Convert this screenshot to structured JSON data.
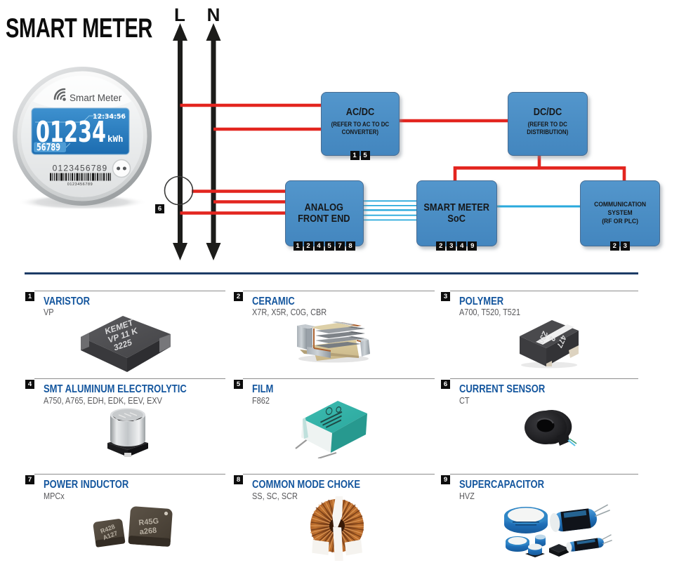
{
  "title": "SMART METER",
  "meter": {
    "brand": "Smart Meter",
    "time": "12:34:56",
    "reading": "01234",
    "unit": "kWh",
    "secondary": "56789",
    "serial": "0123456789",
    "barcode_text": "0123456789"
  },
  "diagram": {
    "line_l_label": "L",
    "line_n_label": "N",
    "ct_tag": "6",
    "boxes": [
      {
        "title": "AC/DC",
        "sub_lines": [
          "(REFER TO AC TO DC",
          "CONVERTER)"
        ],
        "tags": [
          "1",
          "5"
        ]
      },
      {
        "title": "DC/DC",
        "sub_lines": [
          "(REFER TO DC",
          "DISTRIBUTION)"
        ],
        "tags": []
      },
      {
        "title_lines": [
          "ANALOG",
          "FRONT END"
        ],
        "tags": [
          "1",
          "2",
          "4",
          "5",
          "7",
          "8"
        ]
      },
      {
        "title_lines": [
          "SMART METER",
          "SoC"
        ],
        "tags": [
          "2",
          "3",
          "4",
          "9"
        ]
      },
      {
        "title_lines": [
          "COMMUNICATION",
          "SYSTEM",
          "(RF OR PLC)"
        ],
        "tags": [
          "2",
          "3"
        ]
      }
    ]
  },
  "sections": [
    {
      "num": "1",
      "title": "VARISTOR",
      "subtitle": "VP",
      "photo_text": [
        "KEMET",
        "VP 11 K",
        "3225"
      ]
    },
    {
      "num": "2",
      "title": "CERAMIC",
      "subtitle": "X7R, X5R, C0G, CBR"
    },
    {
      "num": "3",
      "title": "POLYMER",
      "subtitle": "A700, T520, T521",
      "photo_text": [
        "477",
        "2",
        "230"
      ]
    },
    {
      "num": "4",
      "title": "SMT ALUMINUM ELECTROLYTIC",
      "subtitle": "A750, A765, EDH, EDK, EEV, EXV"
    },
    {
      "num": "5",
      "title": "FILM",
      "subtitle": "F862"
    },
    {
      "num": "6",
      "title": "CURRENT SENSOR",
      "subtitle": "CT"
    },
    {
      "num": "7",
      "title": "POWER INDUCTOR",
      "subtitle": "MPCx",
      "photo_text": [
        "R428",
        "A127",
        "R45G",
        "a268"
      ]
    },
    {
      "num": "8",
      "title": "COMMON MODE CHOKE",
      "subtitle": "SS, SC, SCR"
    },
    {
      "num": "9",
      "title": "SUPERCAPACITOR",
      "subtitle": "HVZ"
    }
  ],
  "colors": {
    "box_blue": "#4a8dc4",
    "wire_red": "#e3251f",
    "wire_cyan": "#29a9dc",
    "divider_navy": "#1d3c66",
    "header_blue": "#14569e",
    "subtitle_gray": "#57575a"
  }
}
